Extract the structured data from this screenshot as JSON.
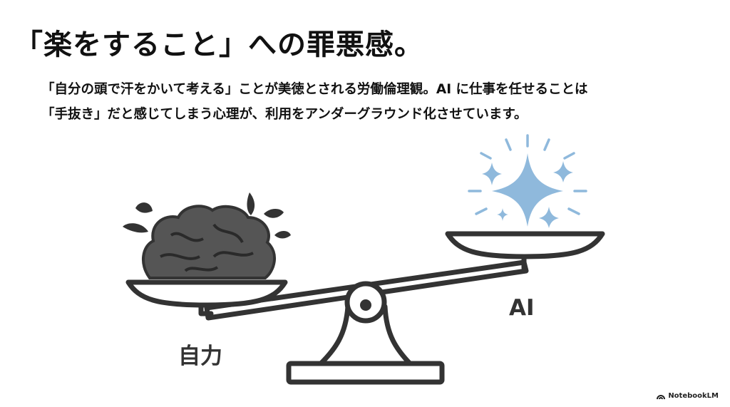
{
  "slide": {
    "title": "「楽をすること」への罪悪感。",
    "body_lines": [
      "「自分の頭で汗をかいて考える」ことが美徳とされる労働倫理観。AI に仕事を任せることは",
      "「手抜き」だと感じてしまう心理が、利用をアンダーグラウンド化させています。"
    ]
  },
  "illustration": {
    "left_label": "自力",
    "right_label": "AI",
    "colors": {
      "brain": "#555555",
      "sparkle": "#8fb9dc",
      "outline": "#333333"
    }
  },
  "watermark": {
    "text": "NotebookLM"
  }
}
